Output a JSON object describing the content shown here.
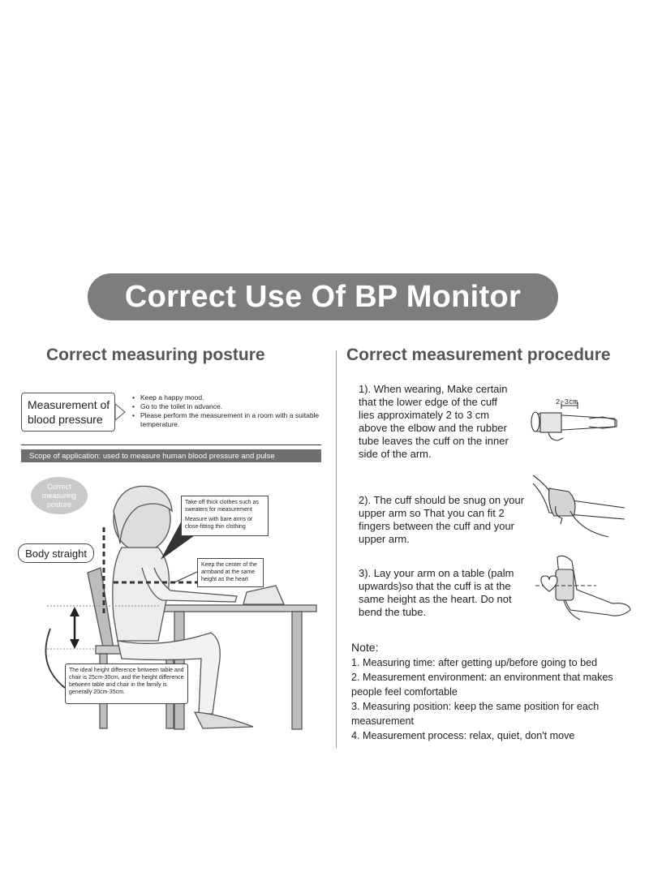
{
  "title": "Correct Use Of BP Monitor",
  "left": {
    "heading": "Correct measuring posture",
    "measurement_box": [
      "Measurement of",
      "blood pressure"
    ],
    "tips": [
      "Keep a happy mood.",
      "Go to the toilet in advance.",
      "Please perform the measurement in a room with a suitable temperature."
    ],
    "scope_bar": "Scope of application: used to measure human blood pressure and pulse",
    "correct_circle": [
      "Correct",
      "measuring",
      "posture"
    ],
    "body_straight": "Body straight",
    "callout_clothes": {
      "line1": "Take off thick clothes such as sweaters for measurement",
      "line2": "Measure with bare arms or close-fitting thin clothing"
    },
    "callout_armband": "Keep the center of the armband at the same height as the heart",
    "callout_height": "The ideal height difference between table and chair is 25cm-30cm, and the height difference between table and chair in the family is generally 20cm-35cm."
  },
  "right": {
    "heading": "Correct measurement procedure",
    "steps": [
      "1). When wearing,  Make certain that the lower edge of the cuff lies approximately 2 to 3 cm above the elbow and the rubber tube leaves the cuff on the inner side of the arm.",
      "2). The cuff should be snug on your upper arm so That you can fit 2 fingers between the cuff and your upper arm.",
      "3). Lay your arm on a table (palm upwards)so that the cuff is at the same height as the heart. Do not bend the tube."
    ],
    "step1_dimension": "2~3cm",
    "note_title": "Note:",
    "notes": [
      "1. Measuring time: after getting up/before going to bed",
      "2. Measurement environment: an environment that makes people feel comfortable",
      "3. Measuring position: keep the same position for each measurement",
      "4. Measurement process: relax, quiet, don't move"
    ]
  },
  "colors": {
    "pill": "#7d7d7d",
    "scope_bar": "#6f6f6f",
    "circle": "#c9c9c9",
    "heading": "#555555"
  }
}
